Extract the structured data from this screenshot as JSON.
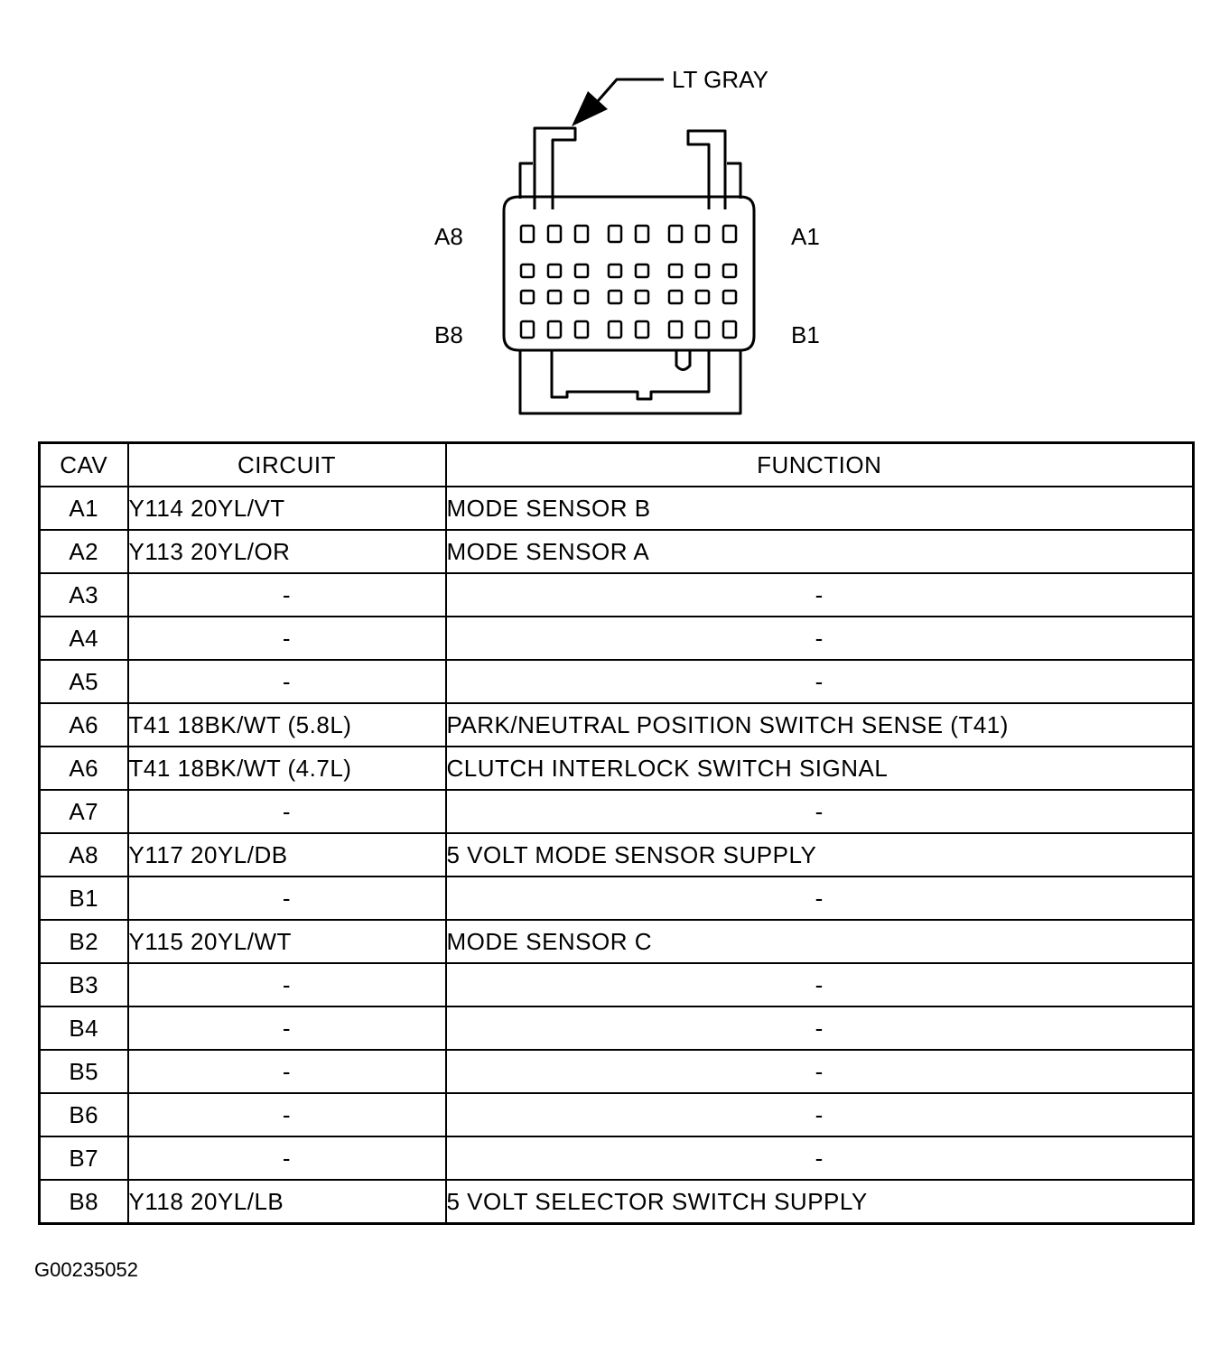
{
  "connector": {
    "callout_label": "LT GRAY",
    "pin_labels": {
      "top_left": "A8",
      "top_right": "A1",
      "bottom_left": "B8",
      "bottom_right": "B1"
    }
  },
  "table": {
    "headers": {
      "cav": "CAV",
      "circuit": "CIRCUIT",
      "function": "FUNCTION"
    },
    "rows": [
      {
        "cav": "A1",
        "circuit": "Y114 20YL/VT",
        "function": "MODE SENSOR B"
      },
      {
        "cav": "A2",
        "circuit": "Y113 20YL/OR",
        "function": "MODE SENSOR A"
      },
      {
        "cav": "A3",
        "circuit": "-",
        "function": "-"
      },
      {
        "cav": "A4",
        "circuit": "-",
        "function": "-"
      },
      {
        "cav": "A5",
        "circuit": "-",
        "function": "-"
      },
      {
        "cav": "A6",
        "circuit": "T41 18BK/WT (5.8L)",
        "function": "PARK/NEUTRAL POSITION SWITCH SENSE (T41)"
      },
      {
        "cav": "A6",
        "circuit": "T41 18BK/WT (4.7L)",
        "function": "CLUTCH INTERLOCK SWITCH SIGNAL"
      },
      {
        "cav": "A7",
        "circuit": "-",
        "function": "-"
      },
      {
        "cav": "A8",
        "circuit": "Y117 20YL/DB",
        "function": "5 VOLT MODE SENSOR SUPPLY"
      },
      {
        "cav": "B1",
        "circuit": "-",
        "function": "-"
      },
      {
        "cav": "B2",
        "circuit": "Y115 20YL/WT",
        "function": "MODE SENSOR C"
      },
      {
        "cav": "B3",
        "circuit": "-",
        "function": "-"
      },
      {
        "cav": "B4",
        "circuit": "-",
        "function": "-"
      },
      {
        "cav": "B5",
        "circuit": "-",
        "function": "-"
      },
      {
        "cav": "B6",
        "circuit": "-",
        "function": "-"
      },
      {
        "cav": "B7",
        "circuit": "-",
        "function": "-"
      },
      {
        "cav": "B8",
        "circuit": "Y118 20YL/LB",
        "function": "5 VOLT SELECTOR SWITCH SUPPLY"
      }
    ]
  },
  "figure_id": "G00235052"
}
